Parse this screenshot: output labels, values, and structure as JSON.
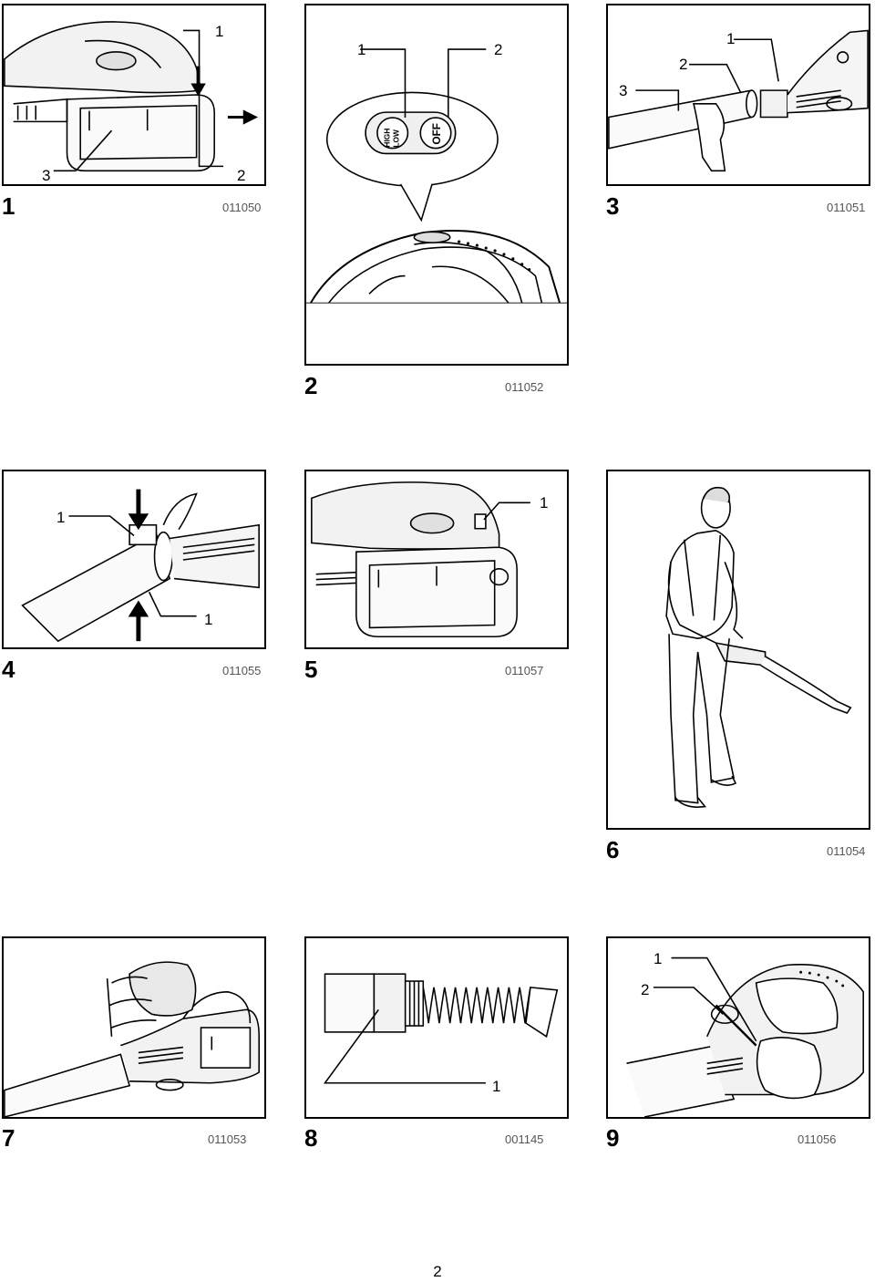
{
  "page_number": "2",
  "figures": [
    {
      "number": "1",
      "code": "011050",
      "callouts": [
        "1",
        "2",
        "3"
      ]
    },
    {
      "number": "2",
      "code": "011052",
      "callouts": [
        "1",
        "2"
      ],
      "switch_labels": [
        "HIGH",
        "LOW",
        "OFF"
      ]
    },
    {
      "number": "3",
      "code": "011051",
      "callouts": [
        "1",
        "2",
        "3"
      ]
    },
    {
      "number": "4",
      "code": "011055",
      "callouts": [
        "1",
        "1"
      ]
    },
    {
      "number": "5",
      "code": "011057",
      "callouts": [
        "1"
      ]
    },
    {
      "number": "6",
      "code": "011054",
      "callouts": []
    },
    {
      "number": "7",
      "code": "011053",
      "callouts": []
    },
    {
      "number": "8",
      "code": "001145",
      "callouts": [
        "1"
      ]
    },
    {
      "number": "9",
      "code": "011056",
      "callouts": [
        "1",
        "2"
      ]
    }
  ]
}
